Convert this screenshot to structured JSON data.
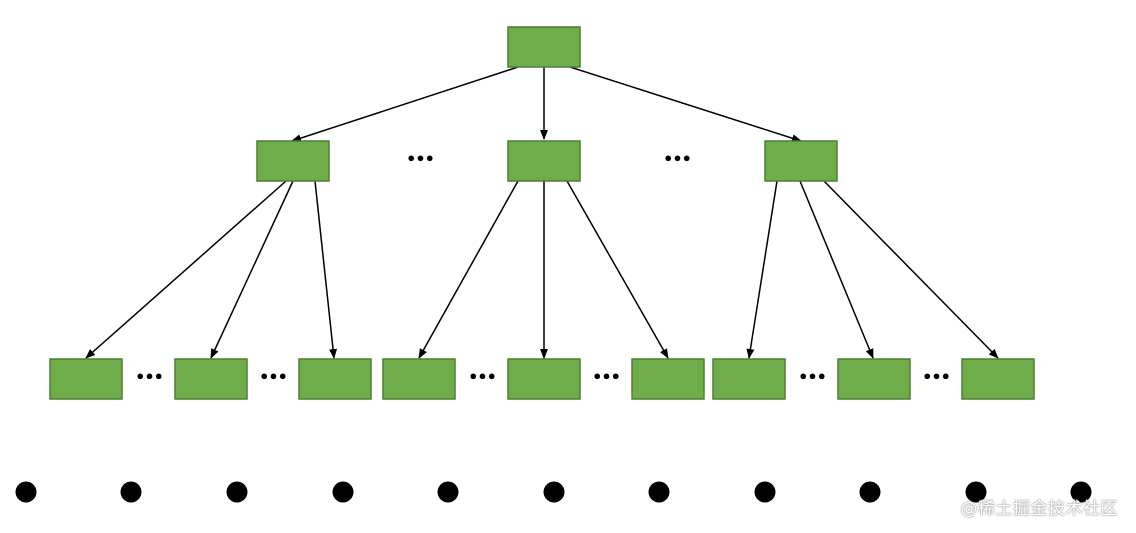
{
  "diagram": {
    "node_fill": "#6EAD4A",
    "node_stroke": "#4F7F33",
    "edge_color": "#000000",
    "ellipsis_text": "•••",
    "root": {},
    "level1": [
      {
        "children": 3
      },
      {
        "children": 3
      },
      {
        "children": 3
      }
    ],
    "level1_gaps_with_ellipsis": 2,
    "level2_count": 9,
    "level2_ellipsis_count": 6,
    "bottom_dots_count": 11
  },
  "watermark": {
    "text": "@稀土掘金技术社区"
  }
}
